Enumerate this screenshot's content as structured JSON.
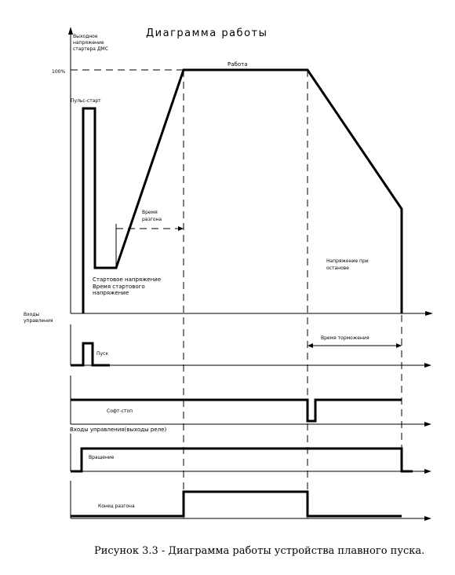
{
  "title": "Диаграмма работы",
  "top_chart": {
    "y_axis_label_lines": [
      "Выходное",
      "напряжение",
      "стартера ДМС"
    ],
    "full_voltage_label": "100%",
    "run_label": "Работа",
    "kick_start_label": "Пульс-старт",
    "ramp_time_label_lines": [
      "Время",
      "разгона"
    ],
    "start_voltage_label_lines": [
      "Стартовое напряжение",
      "Время стартового",
      "напряжение"
    ],
    "stop_voltage_label_lines": [
      "Напряжение при",
      "останове"
    ]
  },
  "inputs_section": {
    "label_lines": [
      "Входы",
      "управления"
    ],
    "braking_time_label": "Время торможения",
    "start_label": "Пуск",
    "soft_stop_label": "Софт-стоп"
  },
  "outputs_section": {
    "label": "Входы управления(выходы реле)",
    "running_label": "Вращение",
    "ramp_end_label": "Конец разгона"
  },
  "caption": "Рисунок 3.3 - Диаграмма работы устройства плавного пуска."
}
